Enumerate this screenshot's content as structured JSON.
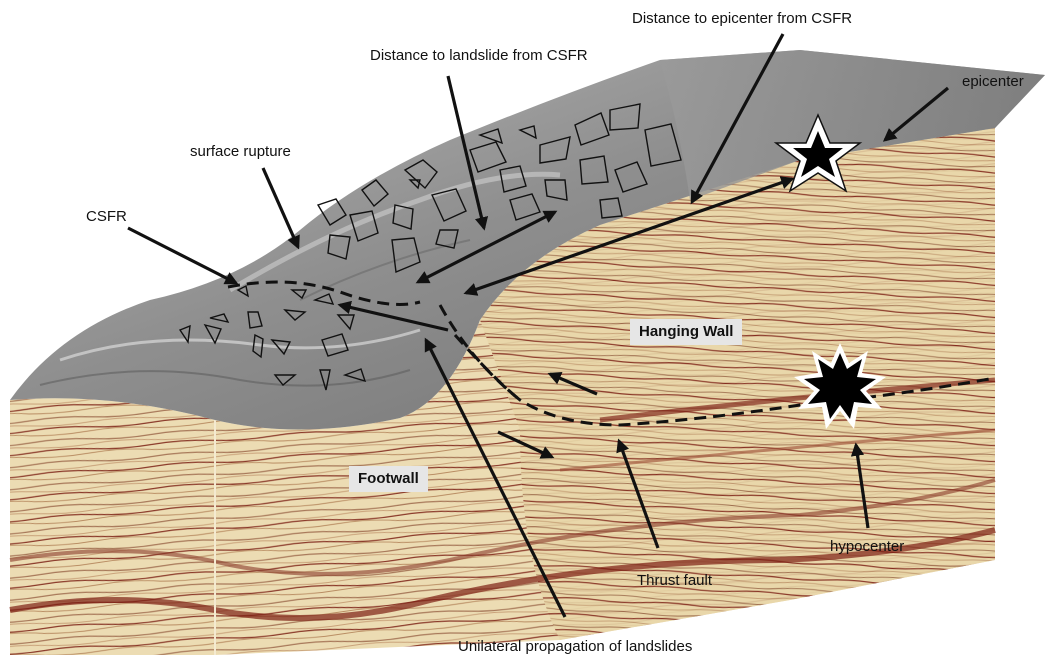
{
  "labels": {
    "distance_epicenter": "Distance to epicenter  from CSFR",
    "distance_landslide": "Distance to landslide  from CSFR",
    "epicenter": "epicenter",
    "surface_rupture": "surface rupture",
    "csfr": "CSFR",
    "hanging_wall": "Hanging Wall",
    "footwall": "Footwall",
    "hypocenter": "hypocenter",
    "thrust_fault": "Thrust fault",
    "unilateral_propagation": "Unilateral propagation of landslides"
  },
  "colors": {
    "surface_gray": "#8a8a8a",
    "strata_tan": "#e9d8ad",
    "strata_red": "#8b2a1c",
    "arrow": "#111111",
    "label_box": "#e6e6e6"
  },
  "icons": {
    "epicenter_marker": "star-icon",
    "hypocenter_marker": "burst-icon"
  }
}
